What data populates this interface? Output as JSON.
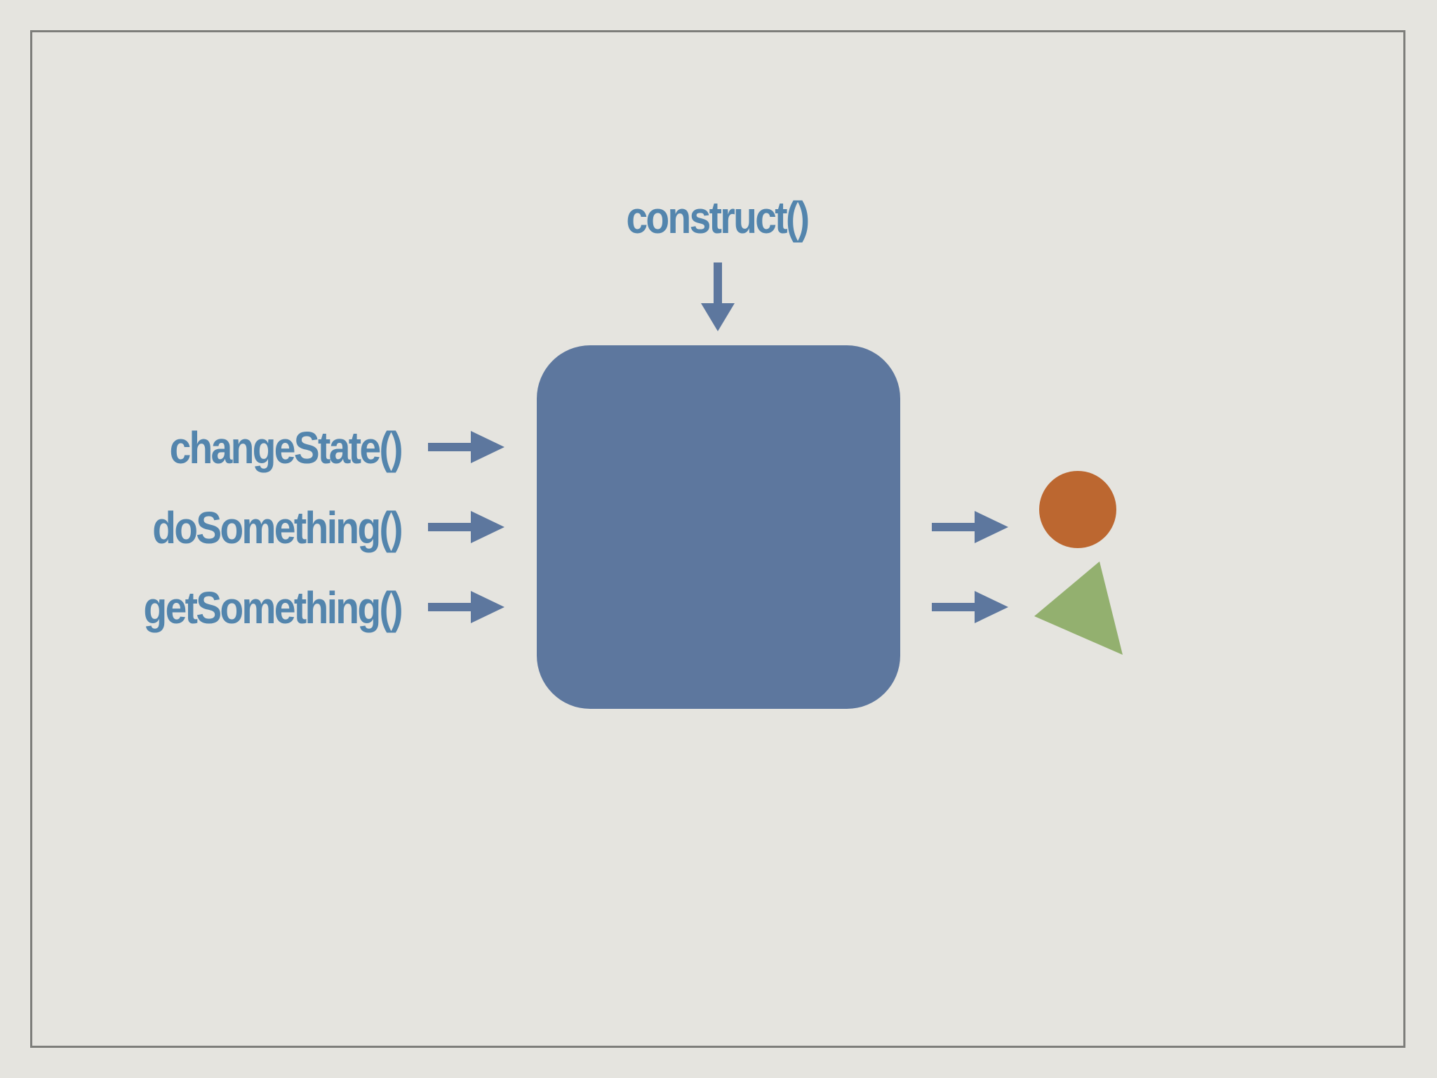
{
  "diagram": {
    "top_method": "construct()",
    "left_methods": [
      "changeState()",
      "doSomething()",
      "getSomething()"
    ],
    "output_shapes": [
      "circle",
      "triangle"
    ]
  },
  "colors": {
    "background": "#e5e4df",
    "frame": "#7d7d7a",
    "object_box": "#5d779e",
    "arrow": "#5d779e",
    "label_text": "#5385ad",
    "circle": "#bc6730",
    "triangle": "#93b06f"
  }
}
